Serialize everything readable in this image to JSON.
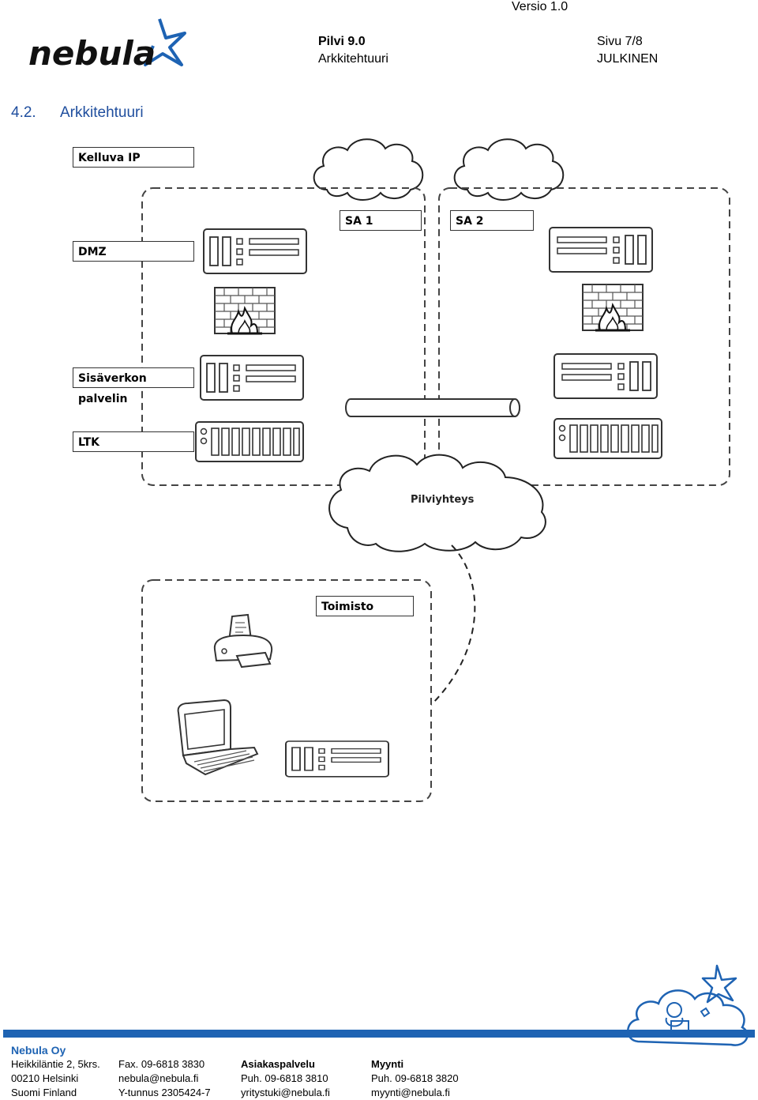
{
  "header": {
    "version": "Versio 1.0",
    "product": "Pilvi 9.0",
    "doc_title": "Arkkitehtuuri",
    "page": "Sivu 7/8",
    "classification": "JULKINEN",
    "logo_text": "nebula"
  },
  "section": {
    "number": "4.2.",
    "title": "Arkkitehtuuri"
  },
  "diagram": {
    "labels": {
      "floating_ip": "Kelluva IP",
      "dmz": "DMZ",
      "internal": "Sisäverkon palvelin",
      "ltk": "LTK",
      "sa1": "SA 1",
      "sa2": "SA 2",
      "office": "Toimisto",
      "cloud_link": "Pilviyhteys"
    }
  },
  "footer": {
    "company": "Nebula Oy",
    "col1": [
      "Heikkiläntie 2, 5krs.",
      "00210 Helsinki",
      "Suomi Finland"
    ],
    "col2": [
      "Fax. 09-6818 3830",
      "nebula@nebula.fi",
      "Y-tunnus 2305424-7"
    ],
    "col3": {
      "heading": "Asiakaspalvelu",
      "lines": [
        "Puh. 09-6818 3810",
        "yritystuki@nebula.fi"
      ]
    },
    "col4": {
      "heading": "Myynti",
      "lines": [
        "Puh. 09-6818 3820",
        "myynti@nebula.fi"
      ]
    },
    "accent": "#1e63b3"
  }
}
